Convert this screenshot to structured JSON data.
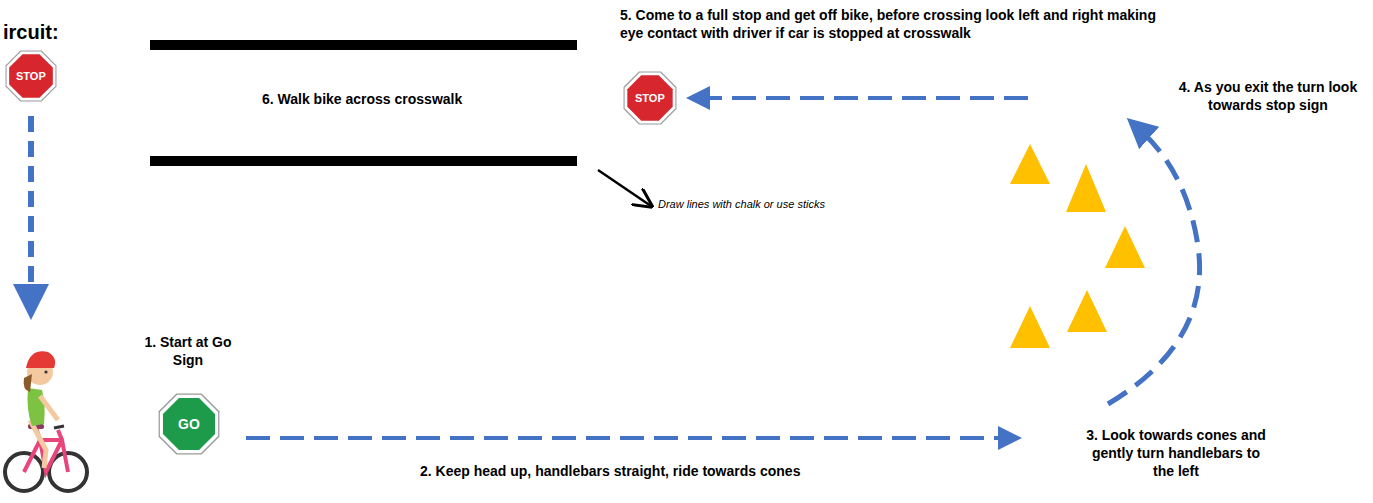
{
  "diagram": {
    "title": "ircuit:",
    "nodes": [
      {
        "text": [
          "STOP"
        ]
      },
      {
        "text": [
          "STOP"
        ]
      },
      {
        "text": [
          "GO"
        ]
      }
    ],
    "labels": [
      "5. Come to a full stop and get off bike, before crossing look left and right making eye contact with driver if car is stopped at crosswalk",
      "6. Walk bike across crosswalk",
      "4. As you exit the turn look towards stop sign",
      "Draw lines with chalk or use sticks",
      "1. Start at Go Sign",
      "2. Keep head up, handlebars straight, ride towards cones",
      "3. Look towards cones and gently turn handlebars to the left"
    ]
  }
}
